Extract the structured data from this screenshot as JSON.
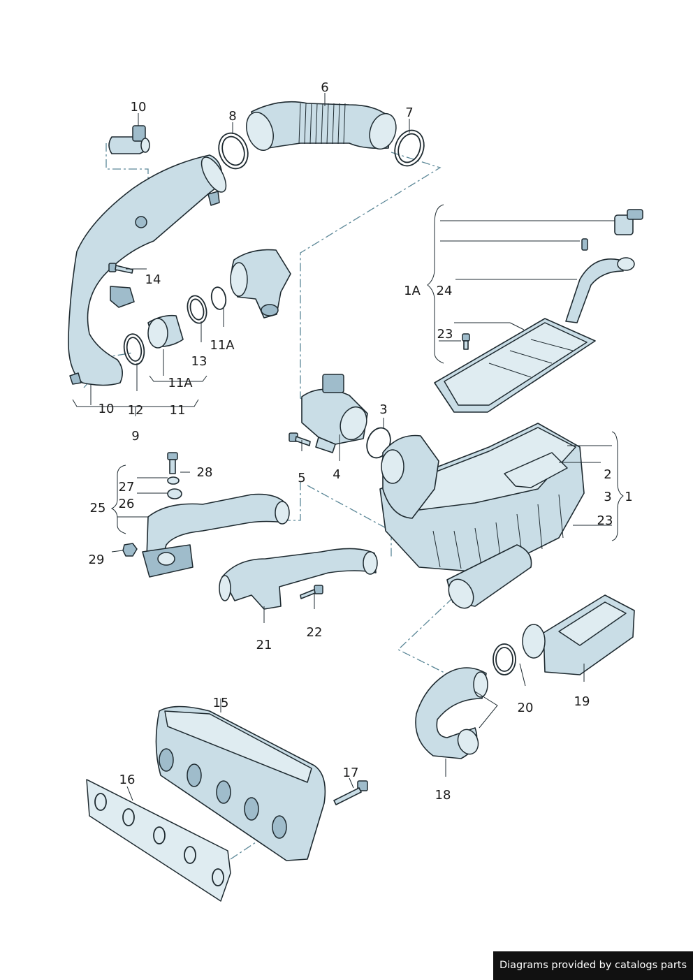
{
  "callouts": {
    "c1": "1",
    "c1A": "1A",
    "c2": "2",
    "c3a": "3",
    "c3b": "3",
    "c4": "4",
    "c5": "5",
    "c6": "6",
    "c7": "7",
    "c8": "8",
    "c9": "9",
    "c10a": "10",
    "c10b": "10",
    "c11": "11",
    "c11Aa": "11A",
    "c11Ab": "11A",
    "c12": "12",
    "c13": "13",
    "c14": "14",
    "c15": "15",
    "c16": "16",
    "c17": "17",
    "c18": "18",
    "c19": "19",
    "c20": "20",
    "c21": "21",
    "c22": "22",
    "c23a": "23",
    "c23b": "23",
    "c24": "24",
    "c25": "25",
    "c26": "26",
    "c27": "27",
    "c28": "28",
    "c29": "29"
  },
  "footer": {
    "text": "Diagrams provided by catalogs parts"
  }
}
